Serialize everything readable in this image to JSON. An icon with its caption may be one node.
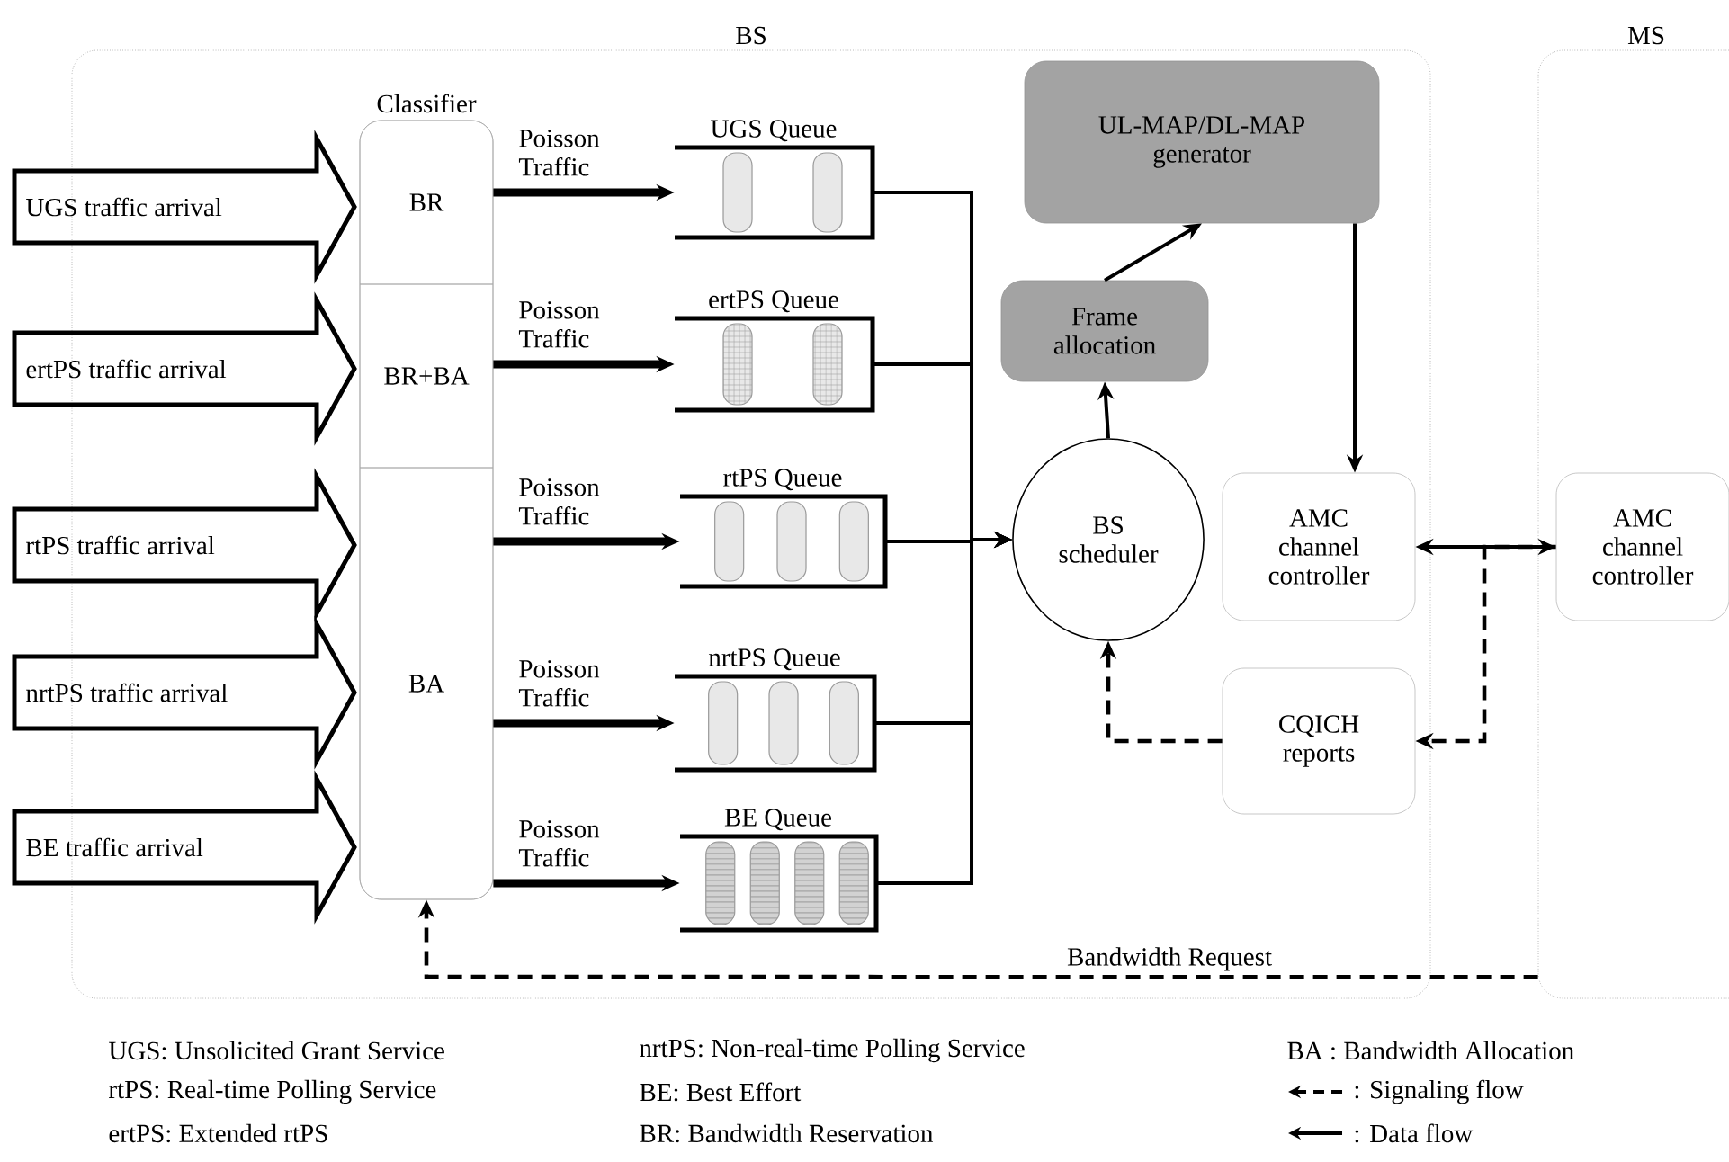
{
  "diagram": {
    "nodes": [
      {
        "text": [
          "BS"
        ]
      },
      {
        "text": [
          "MS"
        ]
      },
      {
        "text": [
          "Classifier"
        ],
        "in": 0
      },
      {
        "text": [
          "BR"
        ],
        "in": 2
      },
      {
        "text": [
          "BR+BA"
        ],
        "in": 2
      },
      {
        "text": [
          "BA"
        ],
        "in": 2
      },
      {
        "text": [
          "UGS traffic arrival"
        ]
      },
      {
        "text": [
          "ertPS traffic arrival"
        ]
      },
      {
        "text": [
          "rtPS traffic arrival"
        ]
      },
      {
        "text": [
          "nrtPS traffic arrival"
        ]
      },
      {
        "text": [
          "BE traffic arrival"
        ]
      },
      {
        "text": [
          "UGS Queue"
        ],
        "in": 0
      },
      {
        "text": [
          "ertPS  Queue"
        ],
        "in": 0
      },
      {
        "text": [
          "rtPS  Queue"
        ],
        "in": 0
      },
      {
        "text": [
          "nrtPS  Queue"
        ],
        "in": 0
      },
      {
        "text": [
          "BE  Queue"
        ],
        "in": 0
      },
      {
        "text": [
          "BS scheduler"
        ],
        "in": 0
      },
      {
        "text": [
          "Frame allocation"
        ],
        "in": 0
      },
      {
        "text": [
          "UL-MAP/DL-MAP generator"
        ],
        "in": 0
      },
      {
        "text": [
          "AMC channel controller"
        ],
        "in": 0
      },
      {
        "text": [
          "CQICH reports"
        ],
        "in": 0
      },
      {
        "text": [
          "AMC channel controller"
        ],
        "in": 1
      }
    ],
    "edges": [
      {
        "from": 3,
        "to": 11,
        "arrow": "to",
        "label": "Poisson Traffic",
        "style": "thick"
      },
      {
        "from": 4,
        "to": 12,
        "arrow": "to",
        "label": "Poisson Traffic",
        "style": "thick"
      },
      {
        "from": 5,
        "to": 13,
        "arrow": "to",
        "label": "Poisson Traffic",
        "style": "thick"
      },
      {
        "from": 5,
        "to": 14,
        "arrow": "to",
        "label": "Poisson Traffic",
        "style": "thick"
      },
      {
        "from": 5,
        "to": 15,
        "arrow": "to",
        "label": "Poisson Traffic",
        "style": "thick"
      },
      {
        "from": 11,
        "to": 16,
        "arrow": "to"
      },
      {
        "from": 12,
        "to": 16,
        "arrow": "to"
      },
      {
        "from": 13,
        "to": 16,
        "arrow": "to"
      },
      {
        "from": 14,
        "to": 16,
        "arrow": "to"
      },
      {
        "from": 15,
        "to": 16,
        "arrow": "to"
      },
      {
        "from": 16,
        "to": 17,
        "arrow": "to"
      },
      {
        "from": 17,
        "to": 18,
        "arrow": "to"
      },
      {
        "from": 18,
        "to": 19,
        "arrow": "to"
      },
      {
        "from": 19,
        "to": 21,
        "arrow": "both"
      },
      {
        "from": 21,
        "to": 20,
        "arrow": "to",
        "style": "dashed"
      },
      {
        "from": 20,
        "to": 16,
        "arrow": "to",
        "style": "dashed"
      },
      {
        "from": 1,
        "to": 5,
        "arrow": "to",
        "style": "dashed",
        "label": "Bandwidth Request"
      }
    ],
    "labels": [
      "UGS: Unsolicited Grant Service",
      "rtPS: Real-time Polling Service",
      "ertPS: Extended rtPS",
      "nrtPS: Non-real-time Polling Service",
      "BE: Best Effort",
      "BR: Bandwidth Reservation",
      "BA : Bandwidth Allocation"
    ],
    "legend": [
      {
        "text": ": Signaling flow"
      },
      {
        "text": ": Data flow"
      }
    ]
  }
}
